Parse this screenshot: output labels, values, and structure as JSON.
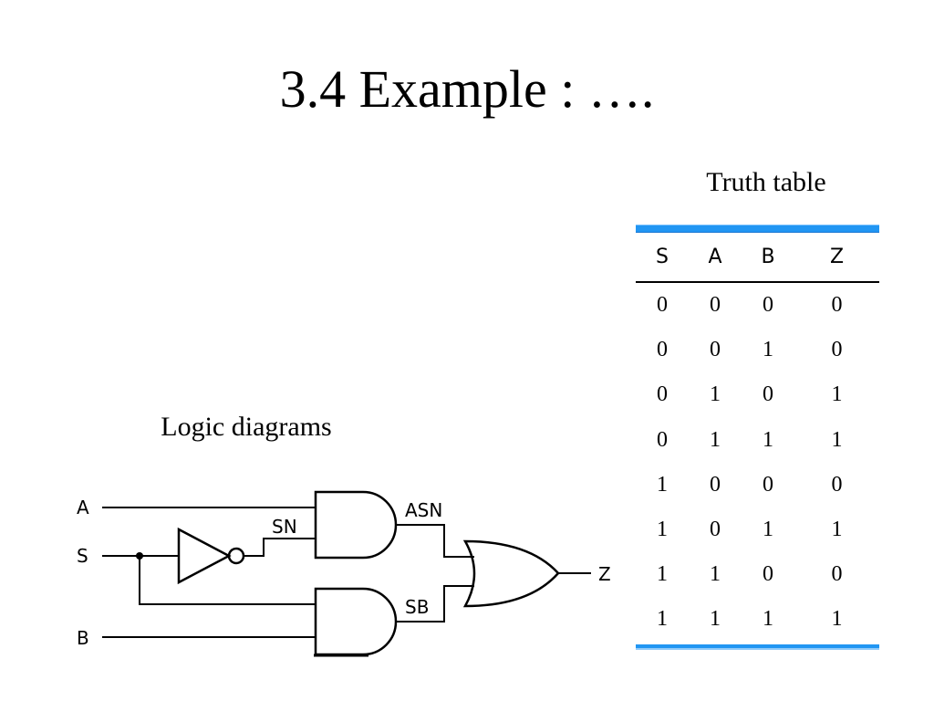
{
  "title": "3.4 Example : ….",
  "truth_table": {
    "caption": "Truth table",
    "headers": [
      "S",
      "A",
      "B",
      "Z"
    ],
    "rows": [
      [
        "0",
        "0",
        "0",
        "0"
      ],
      [
        "0",
        "0",
        "1",
        "0"
      ],
      [
        "0",
        "1",
        "0",
        "1"
      ],
      [
        "0",
        "1",
        "1",
        "1"
      ],
      [
        "1",
        "0",
        "0",
        "0"
      ],
      [
        "1",
        "0",
        "1",
        "1"
      ],
      [
        "1",
        "1",
        "0",
        "0"
      ],
      [
        "1",
        "1",
        "1",
        "1"
      ]
    ],
    "accent_color": "#2196f3"
  },
  "logic_diagram": {
    "caption": "Logic diagrams",
    "inputs": {
      "a": "A",
      "s": "S",
      "b": "B"
    },
    "signals": {
      "sn": "SN",
      "asn": "ASN",
      "sb": "SB"
    },
    "output": "Z"
  }
}
